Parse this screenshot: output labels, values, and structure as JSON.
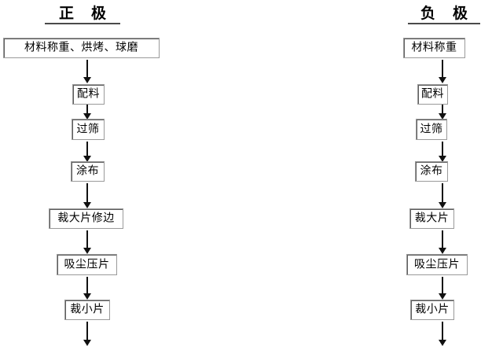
{
  "diagram": {
    "type": "flowchart",
    "orientation": "two parallel vertical process chains",
    "columns": [
      {
        "id": "cathode",
        "title_char_1": "正",
        "title_char_2": "极",
        "title_full": "正  极",
        "steps": [
          {
            "label": "材料称重、烘烤、球磨"
          },
          {
            "label": "配料"
          },
          {
            "label": "过筛"
          },
          {
            "label": "涂布"
          },
          {
            "label": "裁大片修边"
          },
          {
            "label": "吸尘压片"
          },
          {
            "label": "裁小片"
          }
        ]
      },
      {
        "id": "anode",
        "title_char_1": "负",
        "title_char_2": "极",
        "title_full": "负  极",
        "steps": [
          {
            "label": "材料称重"
          },
          {
            "label": "配料"
          },
          {
            "label": "过筛"
          },
          {
            "label": "涂布"
          },
          {
            "label": "裁大片"
          },
          {
            "label": "吸尘压片"
          },
          {
            "label": "裁小片"
          }
        ]
      }
    ],
    "colors": {
      "box_border": "#9a9a9a",
      "box_inner_shadow": "#5d5d5d",
      "arrow": "#111111",
      "text": "#000000",
      "background": "#ffffff",
      "title_underline": "#4a4a4a"
    }
  }
}
